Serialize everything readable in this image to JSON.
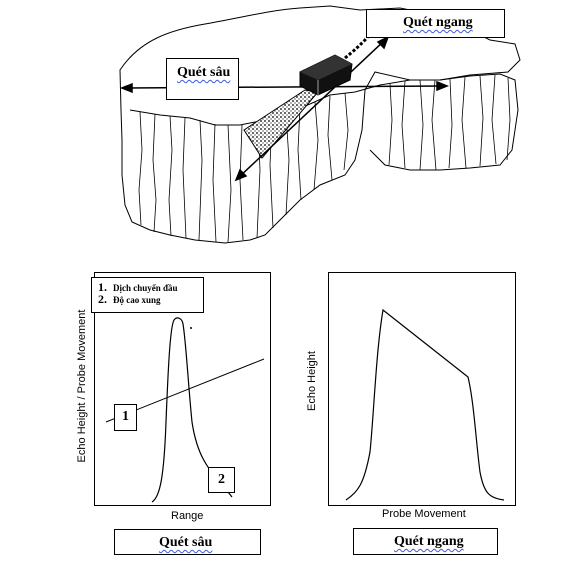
{
  "top_illustration": {
    "label_horizontal": "Quét ngang",
    "label_depth": "Quét sâu"
  },
  "left_plot": {
    "ylabel": "Echo Height / Probe Movement",
    "xlabel": "Range",
    "legend": [
      {
        "num": "1.",
        "text": "Dịch chuyển đầu"
      },
      {
        "num": "2.",
        "text": "Độ cao xung"
      }
    ],
    "marker_1": "1",
    "marker_2": "2",
    "caption": "Quét sâu"
  },
  "right_plot": {
    "ylabel": "Echo Height",
    "xlabel": "Probe Movement",
    "caption": "Quét ngang"
  }
}
